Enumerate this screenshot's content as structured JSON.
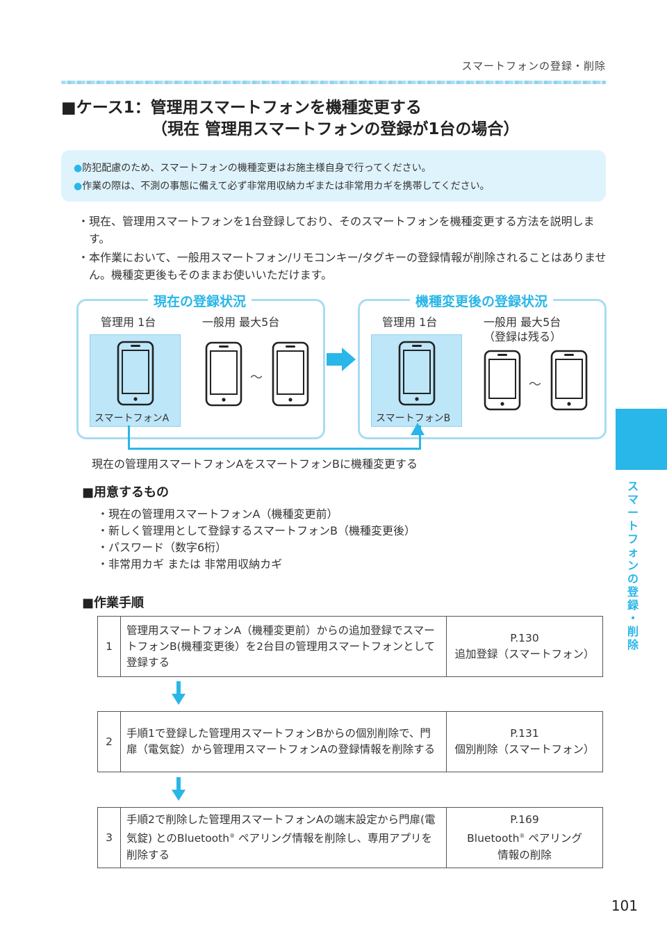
{
  "header": {
    "section": "スマートフォンの登録・削除"
  },
  "title": {
    "line1": "■ケース1：管理用スマートフォンを機種変更する",
    "line2": "（現在 管理用スマートフォンの登録が1台の場合）"
  },
  "notice": [
    "防犯配慮のため、スマートフォンの機種変更はお施主様自身で行ってください。",
    "作業の際は、不測の事態に備えて必ず非常用収納カギまたは非常用カギを携帯してください。"
  ],
  "notice_bullet": "●",
  "intro": [
    "・現在、管理用スマートフォンを1台登録しており、そのスマートフォンを機種変更する方法を説明します。",
    "・本作業において、一般用スマートフォン/リモコンキー/タグキーの登録情報が削除されることはありません。機種変更後もそのままお使いいただけます。"
  ],
  "diagram": {
    "current": {
      "title": "現在の登録状況",
      "admin_label": "管理用 1台",
      "general_label": "一般用 最大5台",
      "phone_caption": "スマートフォンA"
    },
    "after": {
      "title": "機種変更後の登録状況",
      "admin_label": "管理用 1台",
      "general_label_line1": "一般用 最大5台",
      "general_label_line2": "（登録は残る）",
      "phone_caption": "スマートフォンB"
    },
    "tilde": "～",
    "caption": "現在の管理用スマートフォンAをスマートフォンBに機種変更する"
  },
  "prep": {
    "heading": "■用意するもの",
    "items": [
      "・現在の管理用スマートフォンA（機種変更前）",
      "・新しく管理用として登録するスマートフォンB（機種変更後）",
      "・パスワード（数字6桁）",
      "・非常用カギ または 非常用収納カギ"
    ]
  },
  "steps": {
    "heading": "■作業手順",
    "items": [
      {
        "num": "1",
        "desc": "管理用スマートフォンA（機種変更前）からの追加登録でスマートフォンB(機種変更後）を2台目の管理用スマートフォンとして登録する",
        "page": "P.130",
        "ref": "追加登録（スマートフォン）"
      },
      {
        "num": "2",
        "desc": "手順1で登録した管理用スマートフォンBからの個別削除で、門扉（電気錠）から管理用スマートフォンAの登録情報を削除する",
        "page": "P.131",
        "ref": "個別削除（スマートフォン）"
      },
      {
        "num": "3",
        "desc_a": "手順2で削除した管理用スマートフォンAの端末設定から門扉(電気錠) とのBluetooth",
        "desc_b": " ペアリング情報を削除し、専用アプリを削除する",
        "page": "P.169",
        "ref_a": "Bluetooth",
        "ref_b": " ペアリング",
        "ref_c": "情報の削除"
      }
    ],
    "reg_mark": "®"
  },
  "side_label": [
    "ス",
    "マ",
    "ー",
    "ト",
    "フ",
    "ォ",
    "ン",
    "の",
    "登",
    "録",
    "・",
    "削",
    "除"
  ],
  "page_number": "101",
  "colors": {
    "accent": "#29b6e8",
    "light": "#a8dcf2",
    "notice_bg": "#dff3fc",
    "phone_bg": "#bde6f8"
  }
}
